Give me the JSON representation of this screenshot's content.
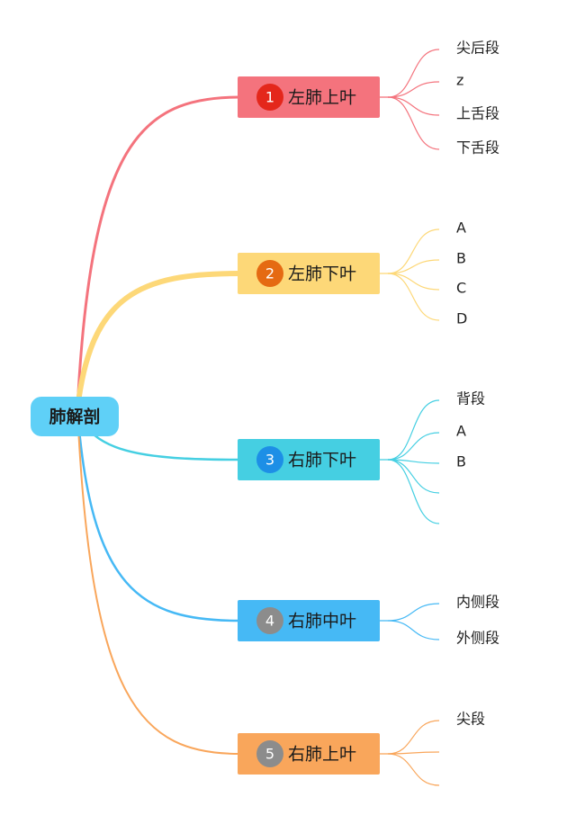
{
  "root": {
    "label": "肺解剖",
    "color": "#5fd0f7"
  },
  "branches": [
    {
      "number": "1",
      "label": "左肺上叶",
      "color": "#f4737d",
      "badge_color": "#e4271b",
      "children": [
        "尖后段",
        "z",
        "上舌段",
        "下舌段"
      ]
    },
    {
      "number": "2",
      "label": "左肺下叶",
      "color": "#fdd878",
      "badge_color": "#e56a12",
      "children": [
        "A",
        "B",
        "C",
        "D"
      ]
    },
    {
      "number": "3",
      "label": "右肺下叶",
      "color": "#45cfe2",
      "badge_color": "#1d8fe6",
      "children": [
        "背段",
        "A",
        "B",
        "",
        ""
      ]
    },
    {
      "number": "4",
      "label": "右肺中叶",
      "color": "#46b9f5",
      "badge_color": "#8c8c8c",
      "children": [
        "内侧段",
        "外侧段"
      ]
    },
    {
      "number": "5",
      "label": "右肺上叶",
      "color": "#f9a65b",
      "badge_color": "#8c8c8c",
      "children": [
        "尖段",
        "",
        ""
      ]
    }
  ]
}
